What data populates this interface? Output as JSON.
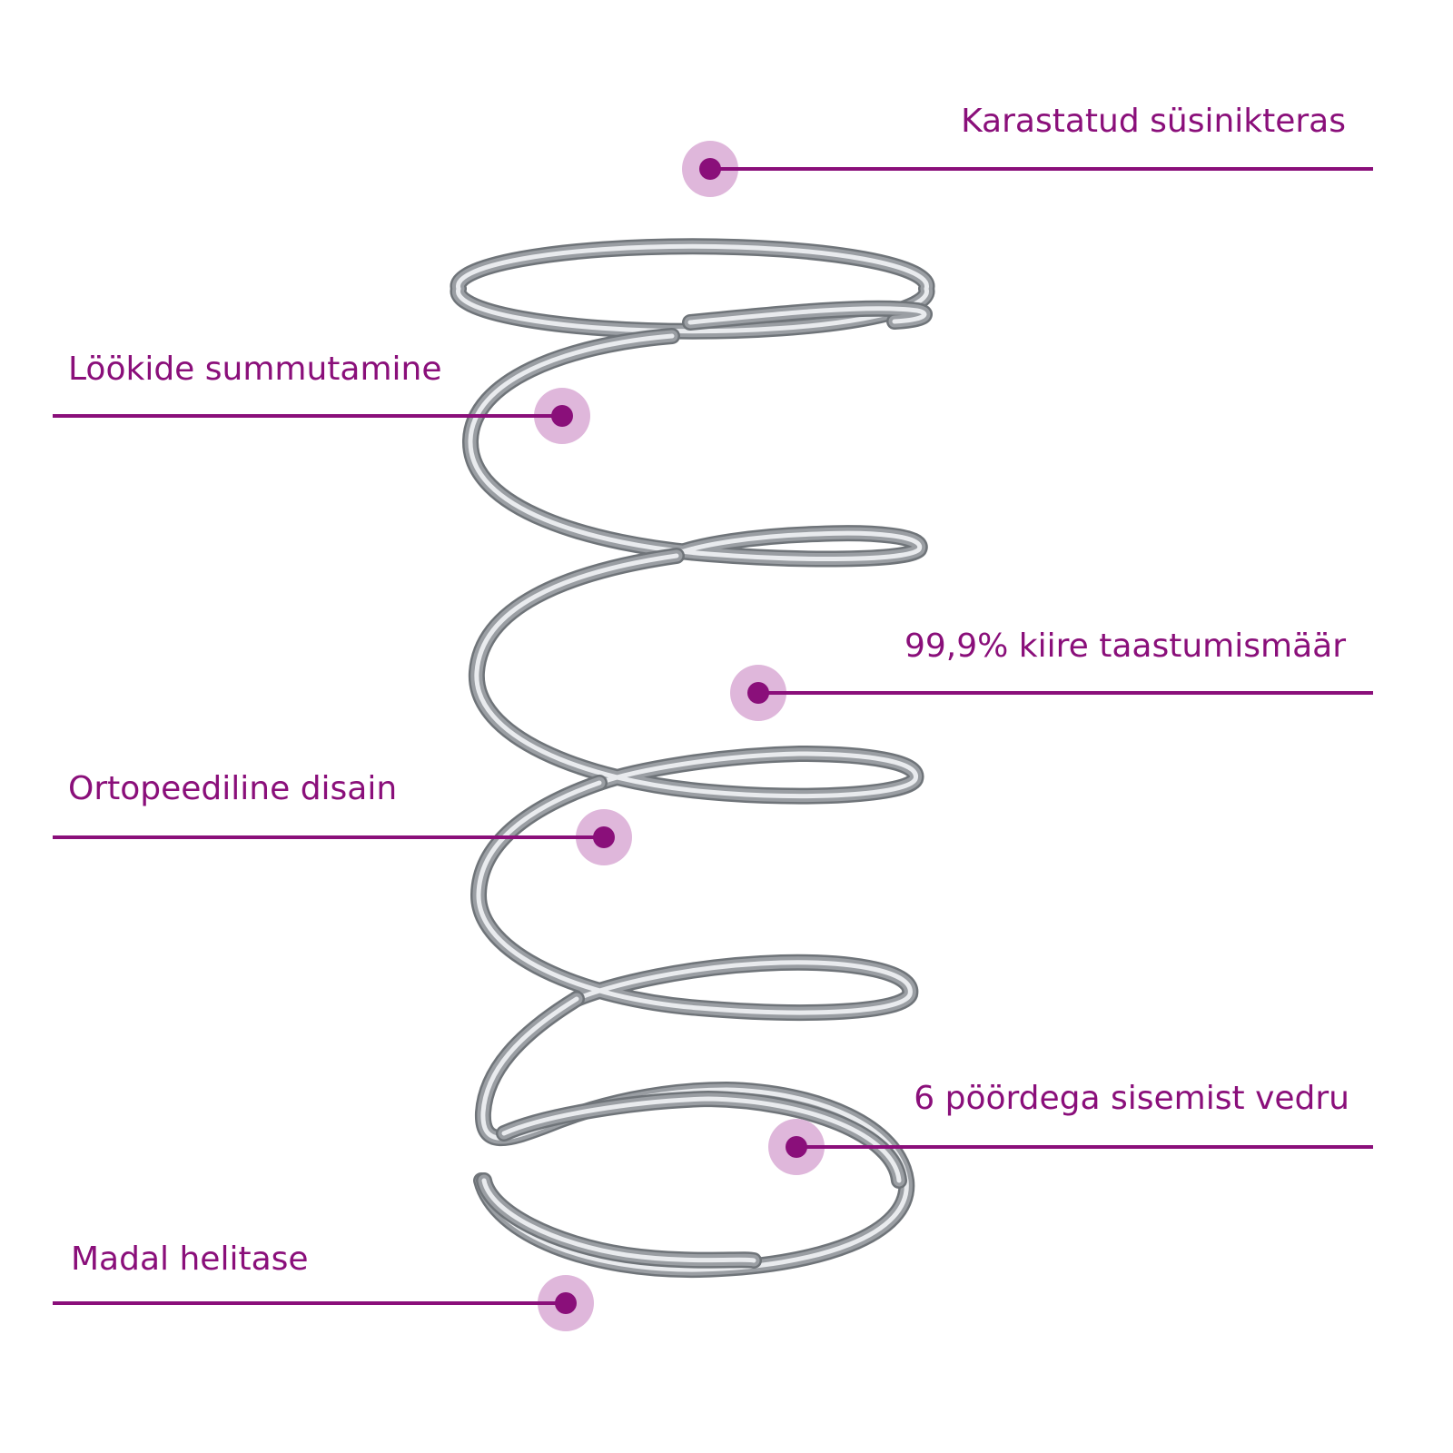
{
  "colors": {
    "accent": "#8a0f7a",
    "accent_light": "#dfb7db",
    "steel": "#9a9ea3",
    "steel_highlight": "#e9ebee",
    "steel_shadow": "#6f7479"
  },
  "callouts": [
    {
      "id": "steel",
      "label": "Karastatud süsinikteras"
    },
    {
      "id": "shock",
      "label": "Löökide summutamine"
    },
    {
      "id": "recovery",
      "label": "99,9% kiire taastumismäär"
    },
    {
      "id": "ortho",
      "label": "Ortopeediline disain"
    },
    {
      "id": "turns",
      "label": "6 pöördega sisemist vedru"
    },
    {
      "id": "noise",
      "label": "Madal helitase"
    }
  ]
}
